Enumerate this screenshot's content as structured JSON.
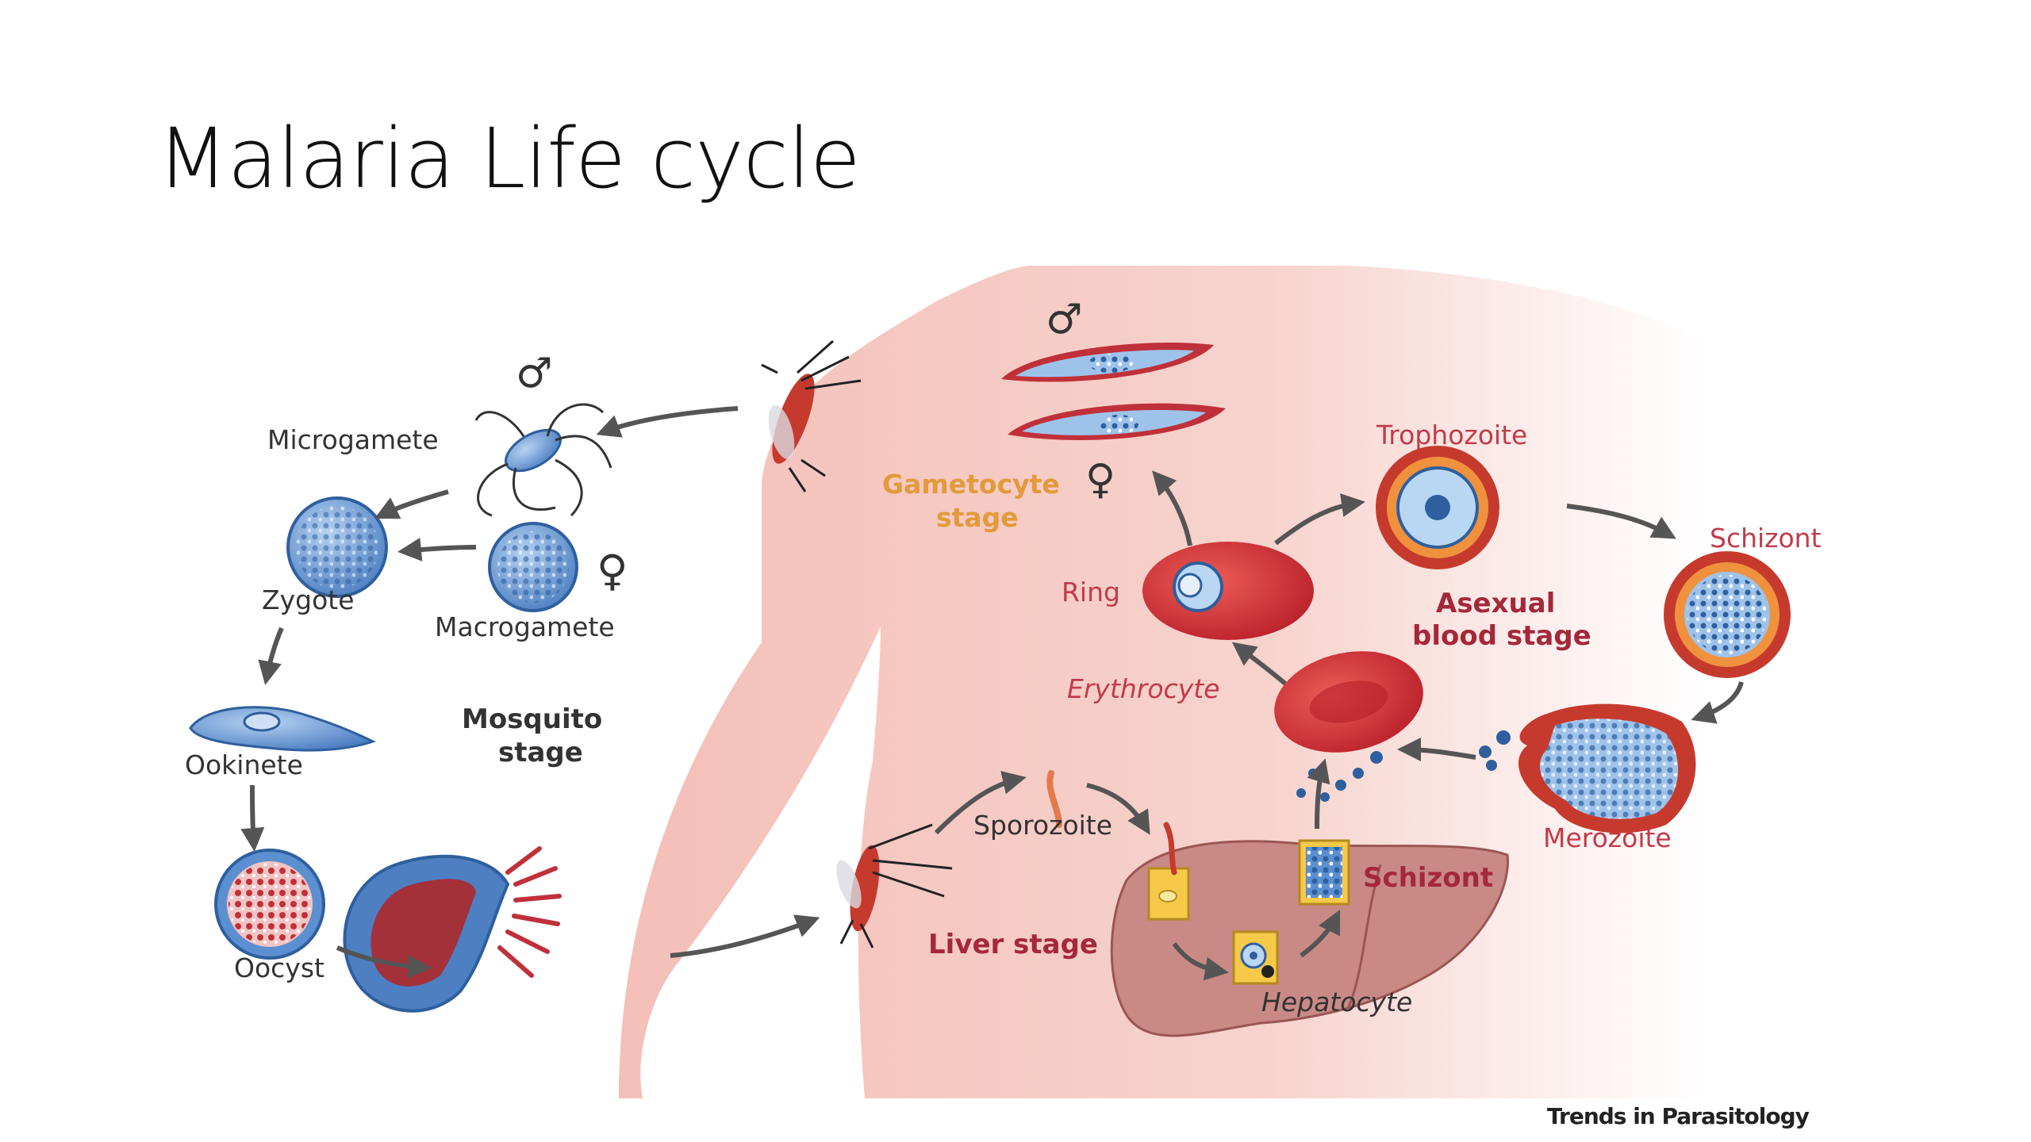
{
  "slide": {
    "title": "Malaria Life cycle"
  },
  "diagram": {
    "symbols": {
      "male": "♂",
      "female": "♀"
    },
    "mosquito_stage": {
      "heading_line1": "Mosquito",
      "heading_line2": "stage",
      "microgamete": "Microgamete",
      "macrogamete": "Macrogamete",
      "zygote": "Zygote",
      "ookinete": "Ookinete",
      "oocyst": "Oocyst"
    },
    "human_stages": {
      "gametocyte_line1": "Gametocyte",
      "gametocyte_line2": "stage",
      "sporozoite": "Sporozoite",
      "liver_stage": "Liver stage",
      "hepatocyte": "Hepatocyte",
      "liver_schizont": "Schizont",
      "erythrocyte": "Erythrocyte",
      "ring": "Ring",
      "trophozoite": "Trophozoite",
      "blood_schizont": "Schizont",
      "merozoite": "Merozoite",
      "asexual_line1": "Asexual",
      "asexual_line2": "blood stage"
    },
    "credit": "Trends in Parasitology"
  },
  "colors": {
    "skin": "#f6c9c2",
    "parasite_blue": "#5b8fd0",
    "rbc_red": "#d9323b",
    "label_red": "#c23b4a",
    "label_orange": "#e29a3a",
    "arrow_gray": "#555555",
    "liver": "#c98a86"
  }
}
